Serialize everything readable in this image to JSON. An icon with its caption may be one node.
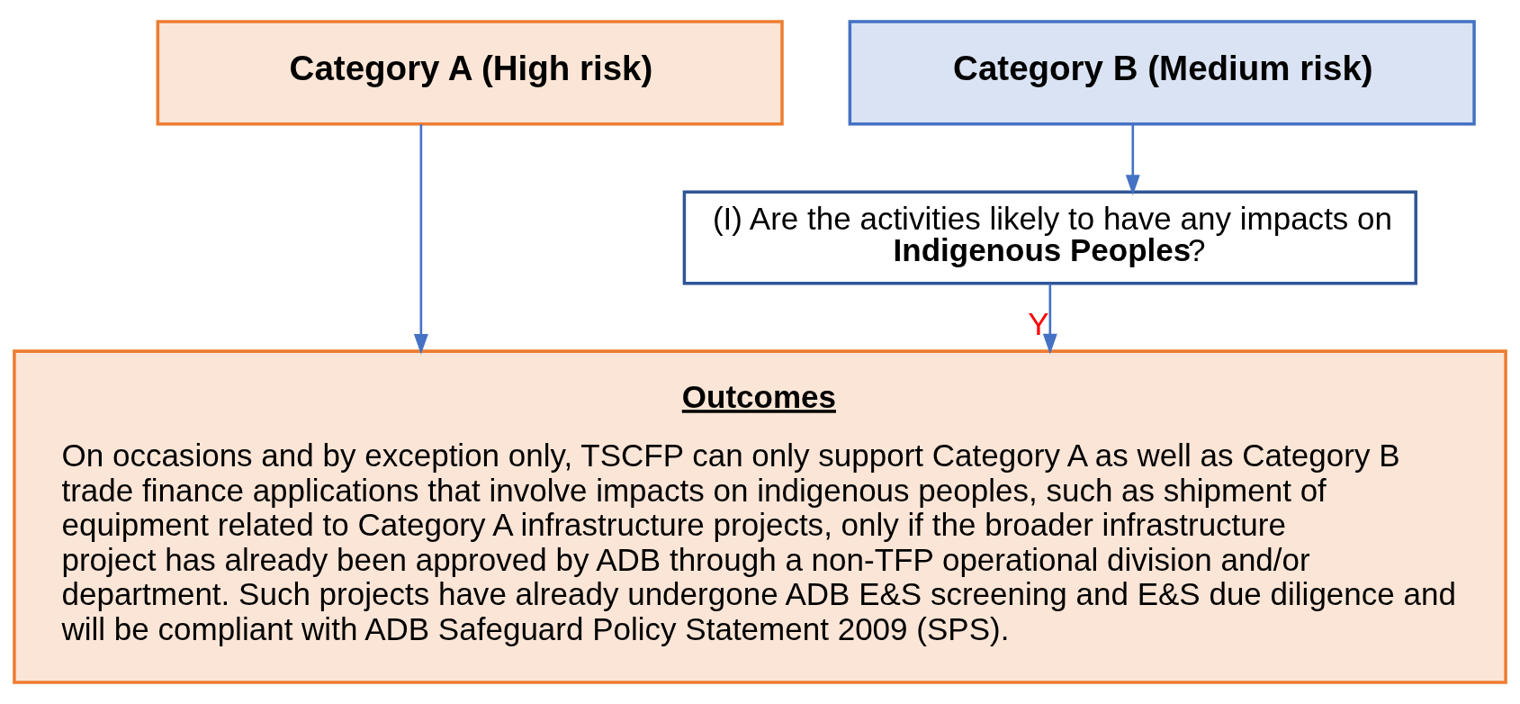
{
  "diagram": {
    "nodes": [
      {
        "text": [
          "Category A (High risk)"
        ]
      },
      {
        "text": [
          "Category B (Medium risk)"
        ]
      },
      {
        "text": [
          "(I) Are the activities likely to have any impacts on **Indigenous Peoples**?"
        ]
      },
      {
        "text": [
          "Outcomes",
          "On occasions and by exception only, TSCFP can only support Category A as well as Category B trade finance applications that involve impacts on indigenous peoples, such as shipment of equipment related to Category A infrastructure projects, only if the broader infrastructure project has already been approved by ADB through a non-TFP operational division and/or department. Such projects have already undergone ADB E&S screening and E&S due diligence and will be compliant with ADB Safeguard Policy Statement 2009 (SPS)."
        ]
      }
    ],
    "edges": [
      {
        "from": 1,
        "to": 2,
        "arrow": "to"
      },
      {
        "from": 0,
        "to": 3,
        "arrow": "to"
      },
      {
        "from": 2,
        "to": 3,
        "arrow": "to",
        "label": "Y"
      }
    ]
  }
}
